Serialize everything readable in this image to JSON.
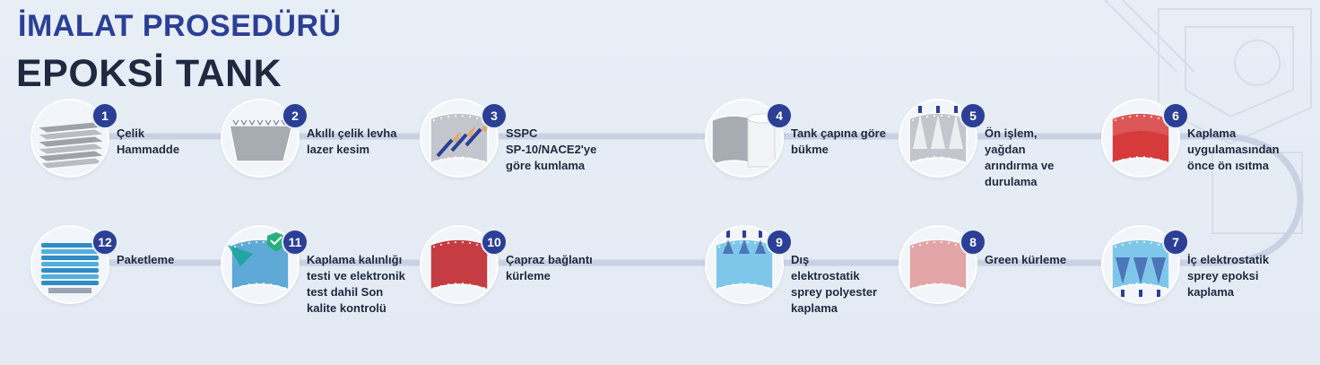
{
  "header": {
    "title_line1": "İMALAT PROSEDÜRÜ",
    "title_line2": "EPOKSİ TANK"
  },
  "colors": {
    "accent_blue": "#2b3f96",
    "dark_text": "#1f2a40",
    "path_line": "#c9d2e3",
    "red_plate": "#d63a3a",
    "blue_plate": "#7fc7ea",
    "steel_gray": "#a7abb2"
  },
  "steps": [
    {
      "number": "1",
      "label": "Çelik\nHammadde",
      "icon": "steel-plates-icon"
    },
    {
      "number": "2",
      "label": "Akıllı çelik levha\nlazer kesim",
      "icon": "laser-cut-plate-icon"
    },
    {
      "number": "3",
      "label": "SSPC\nSP-10/NACE2'ye\ngöre kumlama",
      "icon": "sandblasting-icon"
    },
    {
      "number": "4",
      "label": "Tank çapına göre\nbükme",
      "icon": "rolled-cylinder-icon"
    },
    {
      "number": "5",
      "label": "Ön işlem,\nyağdan\narındırma ve\ndurulama",
      "icon": "pretreatment-spray-icon"
    },
    {
      "number": "6",
      "label": "Kaplama\nuygulamasından\nönce ön ısıtma",
      "icon": "preheat-red-plate-icon"
    },
    {
      "number": "7",
      "label": "İç elektrostatik\nsprey epoksi\nkaplama",
      "icon": "inner-spray-coating-icon"
    },
    {
      "number": "8",
      "label": "Green kürleme",
      "icon": "green-cure-plate-icon"
    },
    {
      "number": "9",
      "label": "Dış\nelektrostatik\nsprey polyester\nkaplama",
      "icon": "outer-spray-coating-icon"
    },
    {
      "number": "10",
      "label": "Çapraz bağlantı\nkürleme",
      "icon": "crosslink-cure-plate-icon"
    },
    {
      "number": "11",
      "label": "Kaplama kalınlığı\ntesti ve elektronik\ntest dahil Son\nkalite kontrolü",
      "icon": "quality-check-icon"
    },
    {
      "number": "12",
      "label": "Paketleme",
      "icon": "packaging-stack-icon"
    }
  ]
}
